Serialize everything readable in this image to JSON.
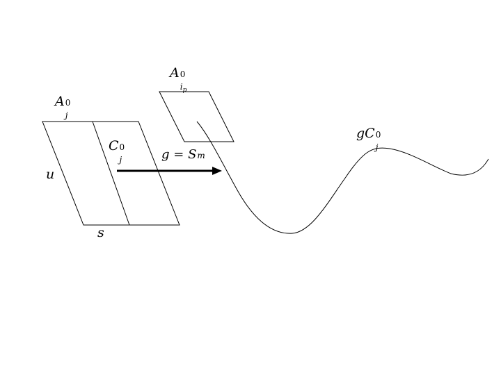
{
  "labels": {
    "a_j0": {
      "base": "A",
      "sup": "0",
      "sub": "j"
    },
    "c_j0": {
      "base": "C",
      "sup": "0",
      "sub": "j"
    },
    "a_ip0": {
      "base": "A",
      "sup": "0",
      "sub": "i",
      "subsub": "p"
    },
    "g_eq": {
      "lhs": "g",
      "eq": " = ",
      "rhs": "S",
      "rhs_sup": "m"
    },
    "gc_j0": {
      "prefix": "g",
      "base": "C",
      "sup": "0",
      "sub": "j"
    },
    "u": "u",
    "s": "s"
  },
  "colors": {
    "stroke": "#000000",
    "background": "#ffffff"
  },
  "arrow_icon": "right-arrow-icon"
}
